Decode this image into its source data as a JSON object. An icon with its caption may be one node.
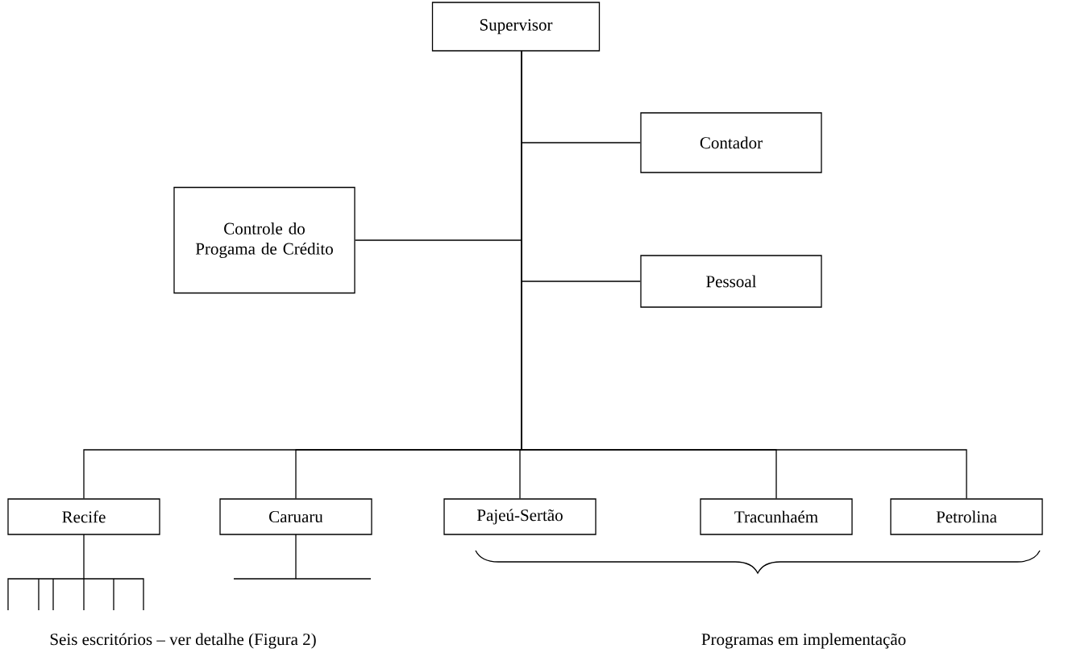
{
  "diagram": {
    "nodes": [
      {
        "text": [
          "Supervisor"
        ]
      },
      {
        "text": [
          "Contador"
        ]
      },
      {
        "text": [
          "Controle do Progama de Crédito"
        ]
      },
      {
        "text": [
          "Pessoal"
        ]
      },
      {
        "text": [
          "Recife"
        ]
      },
      {
        "text": [
          "Caruaru"
        ]
      },
      {
        "text": [
          "Pajeú-Sertão"
        ]
      },
      {
        "text": [
          "Tracunhaém"
        ]
      },
      {
        "text": [
          "Petrolina"
        ]
      }
    ],
    "edges": [
      {
        "from": 0,
        "to": 1,
        "arrow": "none"
      },
      {
        "from": 0,
        "to": 2,
        "arrow": "none"
      },
      {
        "from": 0,
        "to": 3,
        "arrow": "none"
      },
      {
        "from": 0,
        "to": 4,
        "arrow": "none"
      },
      {
        "from": 0,
        "to": 5,
        "arrow": "none"
      },
      {
        "from": 0,
        "to": 6,
        "arrow": "none"
      },
      {
        "from": 0,
        "to": 7,
        "arrow": "none"
      },
      {
        "from": 0,
        "to": 8,
        "arrow": "none"
      }
    ],
    "labels": [
      "Seis escritórios – ver detalhe (Figura 2)",
      "Programas em implementação"
    ]
  }
}
